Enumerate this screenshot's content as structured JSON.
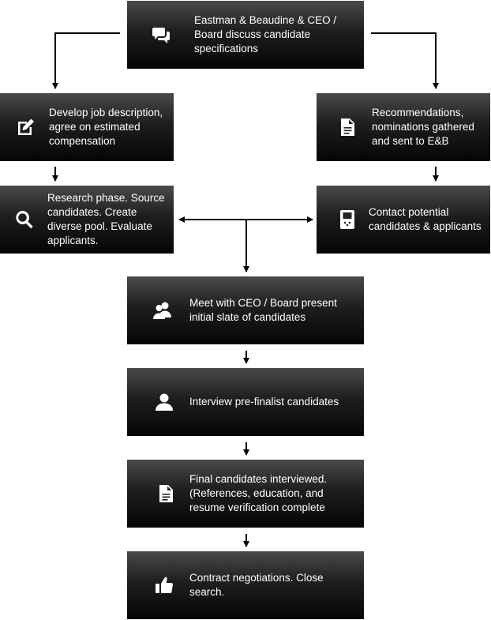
{
  "nodes": {
    "discuss": {
      "label": "Eastman & Beaudine & CEO /\nBoard discuss candidate\nspecifications",
      "icon": "speech-bubbles-icon"
    },
    "develop": {
      "label": "Develop job description,\nagree on estimated\ncompensation",
      "icon": "edit-icon"
    },
    "recommend": {
      "label": "Recommendations,\nnominations gathered\nand sent to E&B",
      "icon": "document-icon"
    },
    "research": {
      "label": "Research phase. Source\ncandidates. Create\ndiverse pool. Evaluate\napplicants.",
      "icon": "search-icon"
    },
    "contact": {
      "label": "Contact potential\ncandidates & applicants",
      "icon": "device-icon"
    },
    "meet": {
      "label": "Meet with CEO / Board present\ninitial slate of candidates",
      "icon": "group-icon"
    },
    "interview": {
      "label": "Interview pre-finalist candidates",
      "icon": "person-icon"
    },
    "final": {
      "label": "Final candidates interviewed.\n(References, education, and\nresume verification complete",
      "icon": "document-icon"
    },
    "contract": {
      "label": "Contract negotiations. Close\nsearch.",
      "icon": "thumbs-up-icon"
    }
  }
}
